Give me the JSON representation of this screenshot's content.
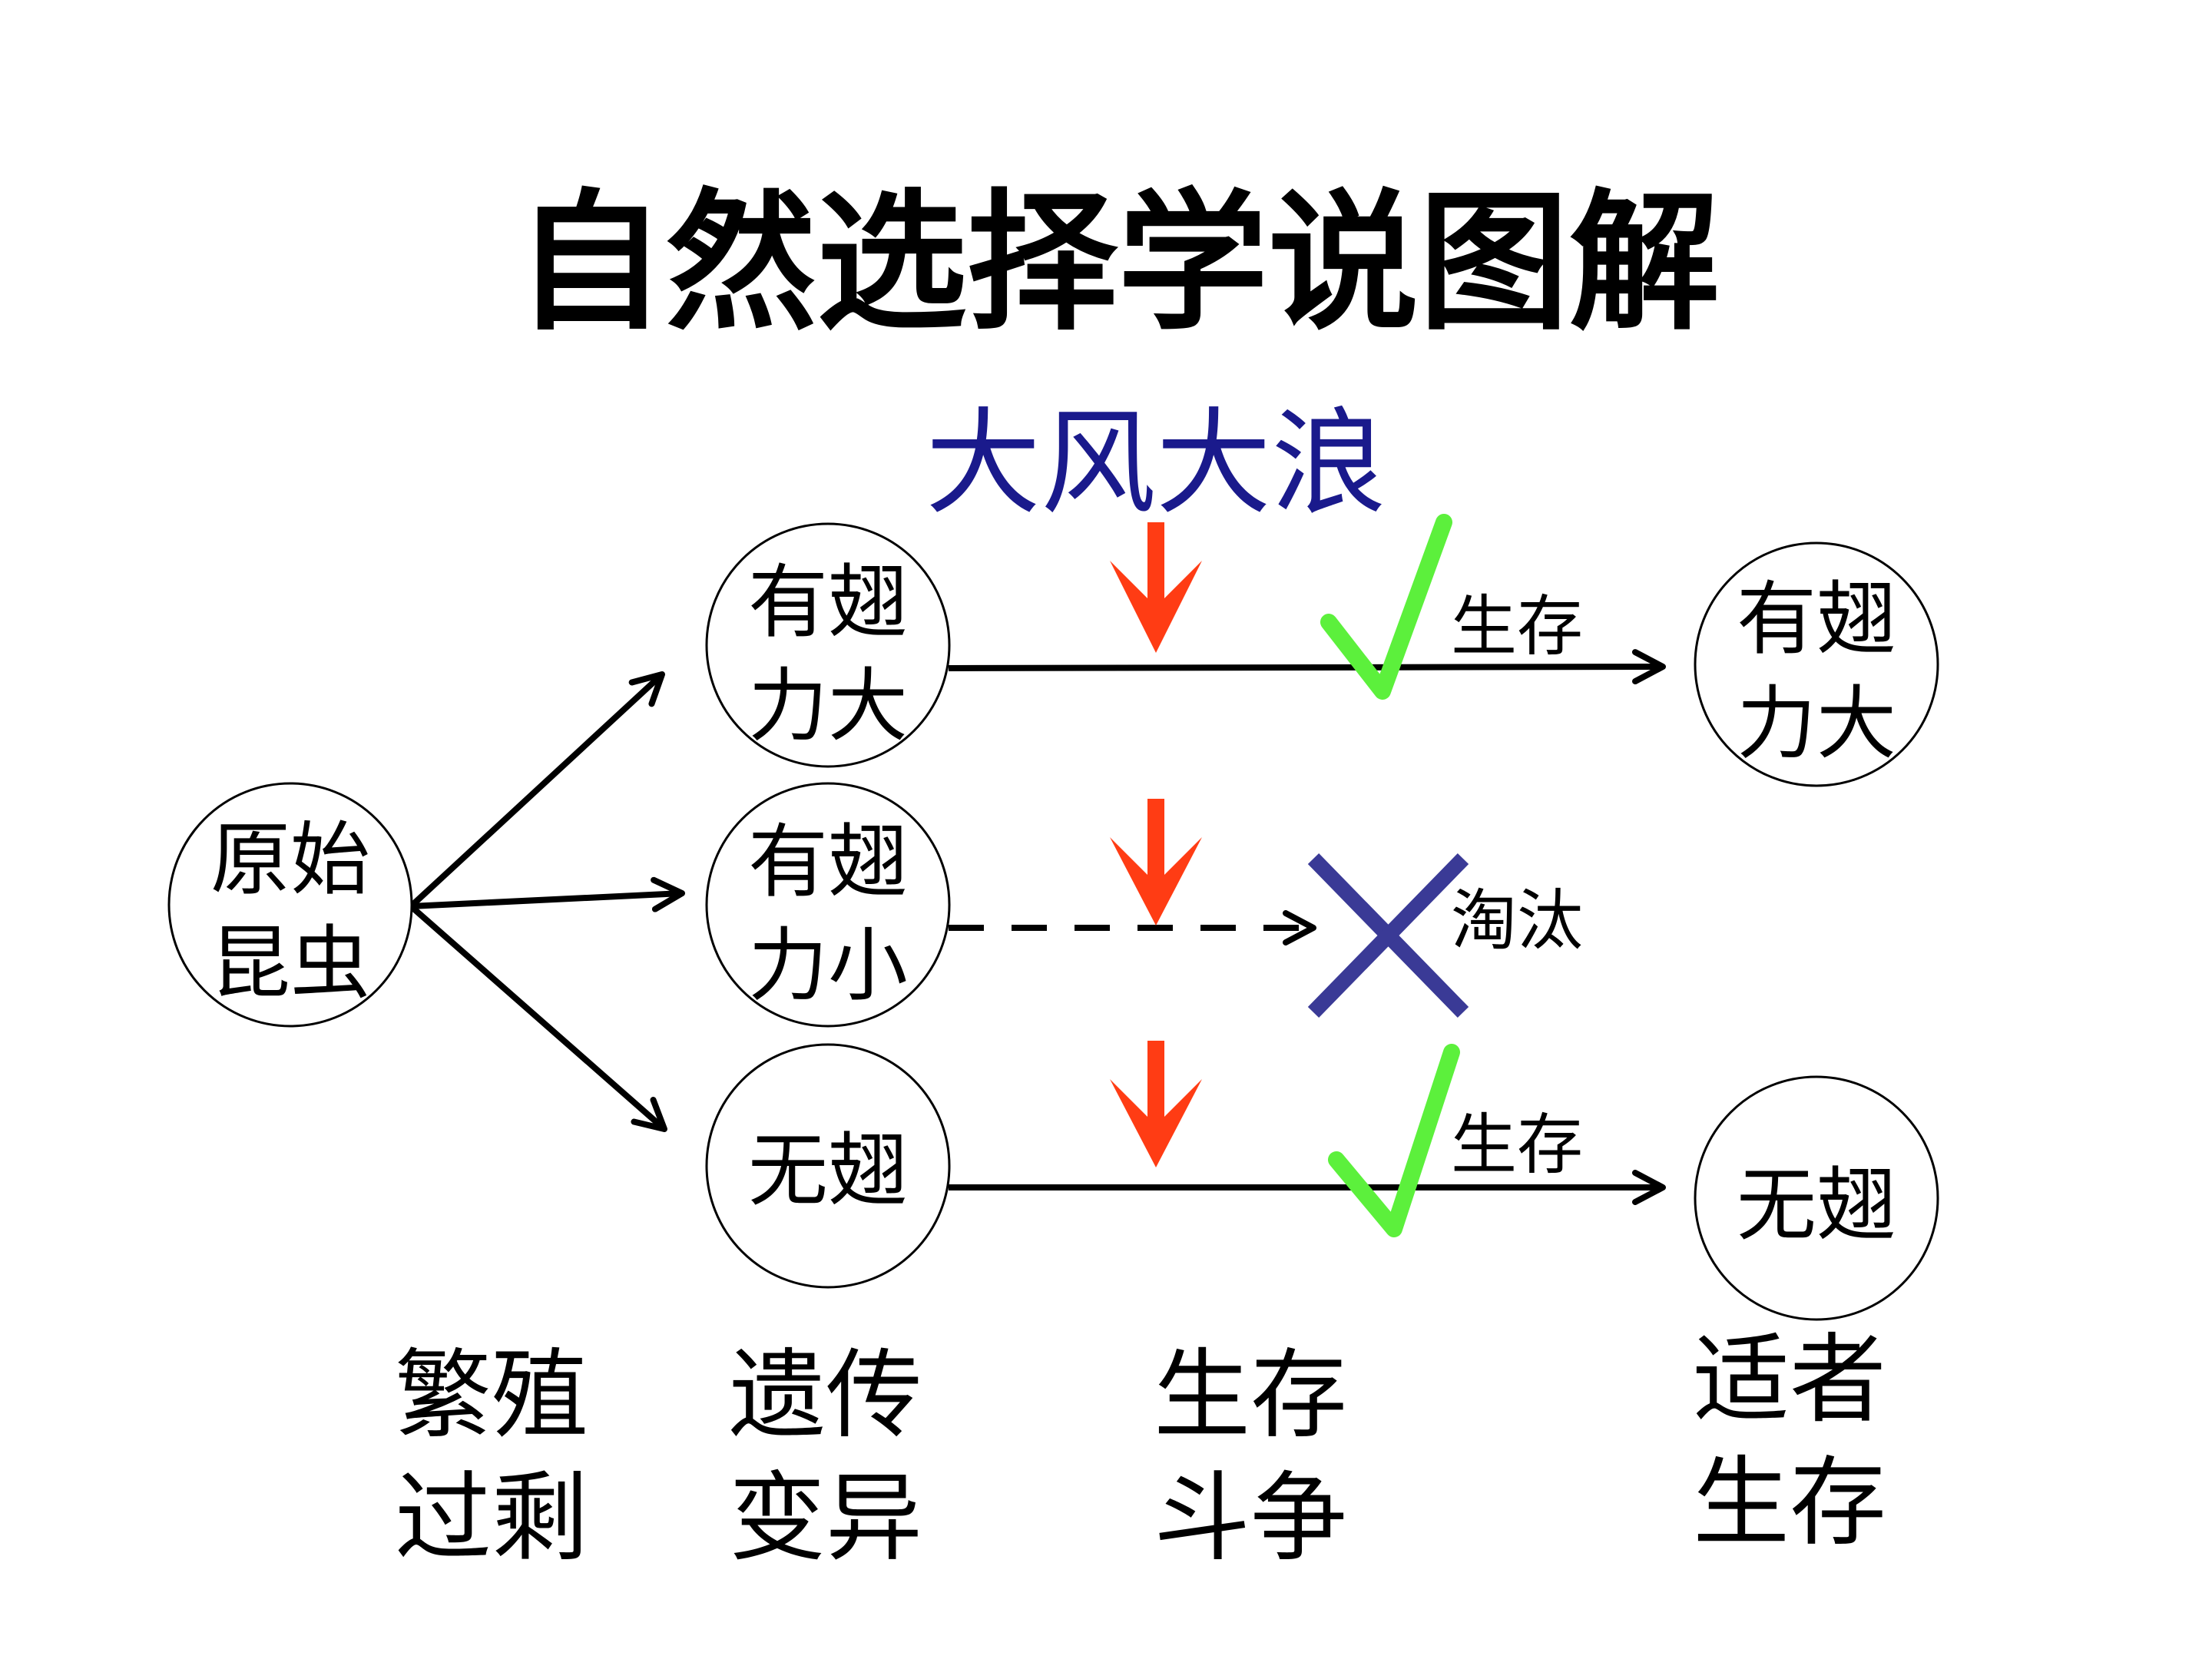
{
  "title": "自然选择学说图解",
  "environment": "大风大浪",
  "nodes": {
    "origin": {
      "line1": "原始",
      "line2": "昆虫"
    },
    "strong_wings": {
      "line1": "有翅",
      "line2": "力大"
    },
    "weak_wings": {
      "line1": "有翅",
      "line2": "力小"
    },
    "no_wings": {
      "line1": "无翅"
    },
    "result_strong": {
      "line1": "有翅",
      "line2": "力大"
    },
    "result_no_wings": {
      "line1": "无翅"
    }
  },
  "outcomes": {
    "survive_top": "生存",
    "eliminated": "淘汰",
    "survive_bottom": "生存"
  },
  "principles": [
    {
      "line1": "繁殖",
      "line2": "过剩"
    },
    {
      "line1": "遗传",
      "line2": "变异"
    },
    {
      "line1": "生存",
      "line2": "斗争"
    },
    {
      "line1": "适者",
      "line2": "生存"
    }
  ],
  "icons": {
    "selection_pressure": "down-arrow-icon",
    "survived": "check-mark-icon",
    "eliminated": "cross-mark-icon"
  },
  "colors": {
    "environment_text": "#1a1a8c",
    "pressure_arrow": "#ff3c14",
    "check_mark": "#5cf03c",
    "cross_mark": "#3a3a96",
    "line": "#000000"
  }
}
